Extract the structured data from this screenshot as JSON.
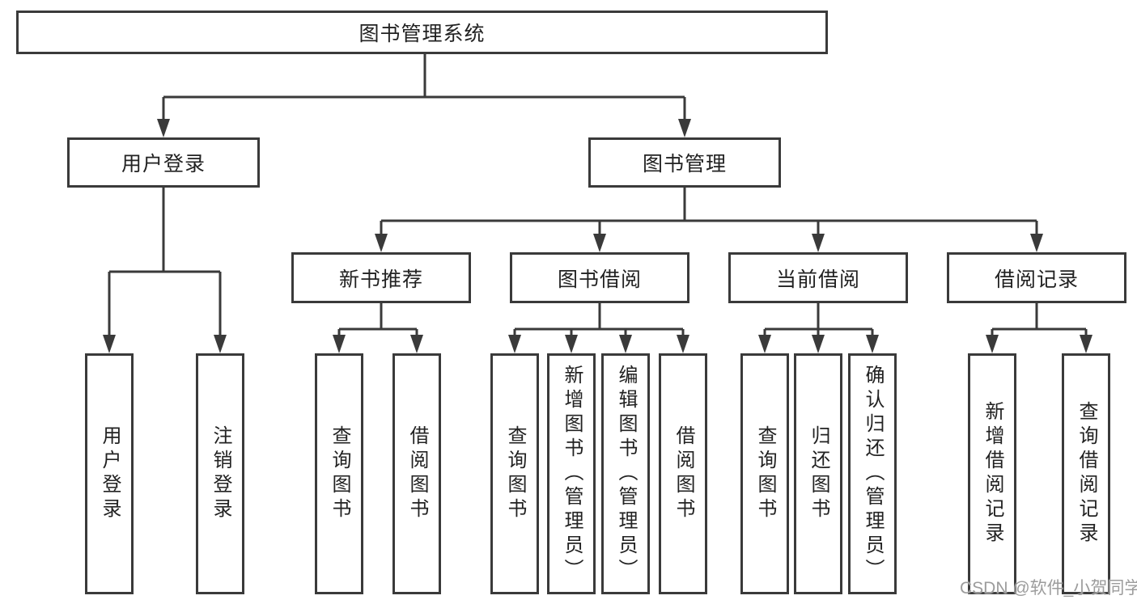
{
  "colors": {
    "background": "#ffffff",
    "line": "#3a3a3a",
    "box_border": "#3a3a3a",
    "text": "#222222",
    "watermark": "#9c9c9c"
  },
  "tree": {
    "root": {
      "label": "图书管理系统",
      "children": [
        {
          "label": "用户登录",
          "children": [
            {
              "label": "用户登录"
            },
            {
              "label": "注销登录"
            }
          ]
        },
        {
          "label": "图书管理",
          "children": [
            {
              "label": "新书推荐",
              "children": [
                {
                  "label": "查询图书"
                },
                {
                  "label": "借阅图书"
                }
              ]
            },
            {
              "label": "图书借阅",
              "children": [
                {
                  "label": "查询图书"
                },
                {
                  "label": "新增图书（管理员）"
                },
                {
                  "label": "编辑图书（管理员）"
                },
                {
                  "label": "借阅图书"
                }
              ]
            },
            {
              "label": "当前借阅",
              "children": [
                {
                  "label": "查询图书"
                },
                {
                  "label": "归还图书"
                },
                {
                  "label": "确认归还（管理员）"
                }
              ]
            },
            {
              "label": "借阅记录",
              "children": [
                {
                  "label": "新增借阅记录"
                },
                {
                  "label": "查询借阅记录"
                }
              ]
            }
          ]
        }
      ]
    }
  },
  "watermark": {
    "text": "CSDN @软件_小贺同学"
  }
}
